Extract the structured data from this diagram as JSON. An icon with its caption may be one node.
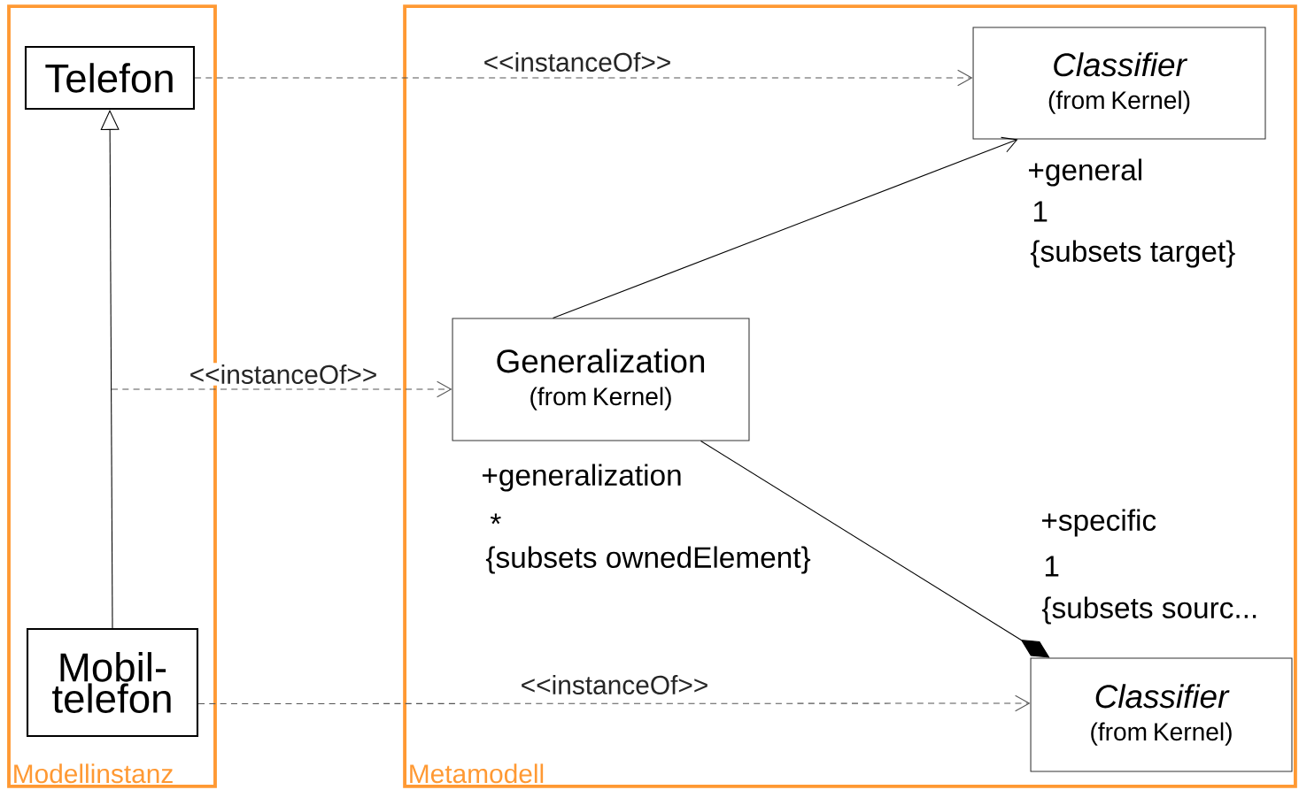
{
  "diagram": {
    "nodes": [
      {
        "text": [
          "Modellinstanz"
        ]
      },
      {
        "text": [
          "Telefon"
        ],
        "in": 0
      },
      {
        "text": [
          "Mobil- telefon"
        ],
        "in": 0
      },
      {
        "text": [
          "Metamodell"
        ]
      },
      {
        "text": [
          "Classifier",
          "(from Kernel)"
        ],
        "in": 3
      },
      {
        "text": [
          "Generalization",
          "(from Kernel)"
        ],
        "in": 3
      },
      {
        "text": [
          "Classifier",
          "(from Kernel)"
        ],
        "in": 3
      }
    ],
    "edges": [
      {
        "from": 2,
        "to": 1,
        "arrow": "to"
      },
      {
        "from": 1,
        "to": 4,
        "arrow": "to",
        "style": "dashed",
        "label": "<<instanceOf>>"
      },
      {
        "from": null,
        "to": 5,
        "arrow": "to",
        "style": "dashed",
        "label": "<<instanceOf>>"
      },
      {
        "from": 2,
        "to": 6,
        "arrow": "to",
        "style": "dashed",
        "label": "<<instanceOf>>"
      },
      {
        "from": 5,
        "to": 4,
        "arrow": "to"
      },
      {
        "from": 5,
        "to": 6,
        "arrow": "other"
      }
    ],
    "labels": [
      "+general",
      "1",
      "{subsets target}",
      "+generalization",
      "*",
      "{subsets ownedElement}",
      "+specific",
      "1",
      "{subsets sourc..."
    ]
  }
}
